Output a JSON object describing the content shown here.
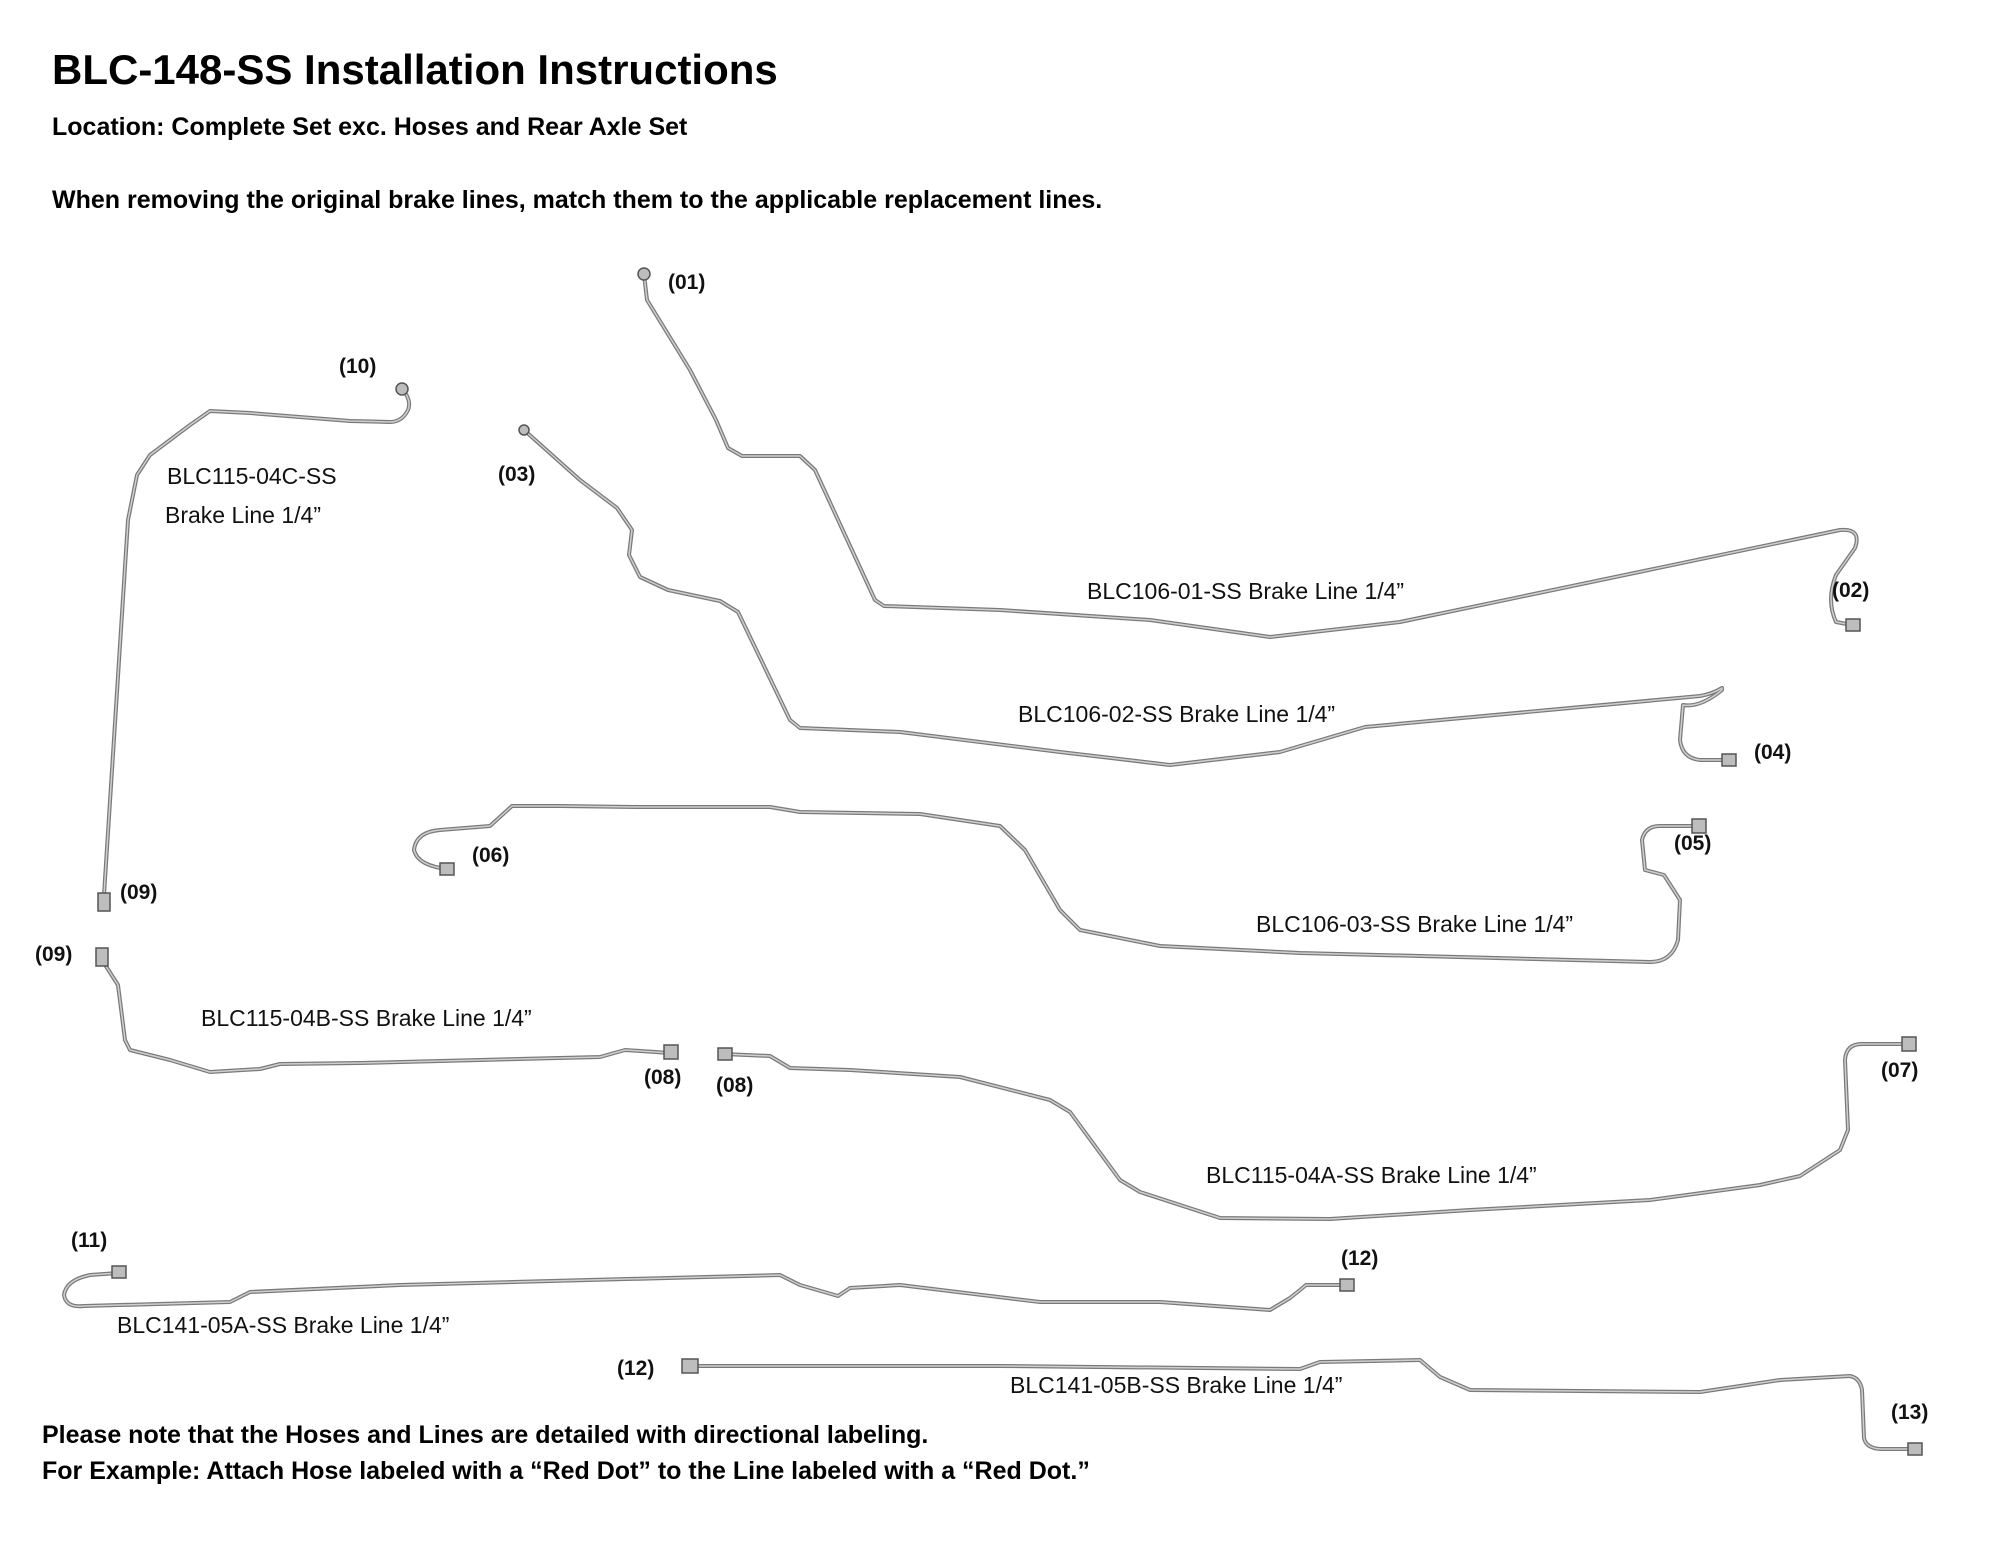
{
  "header": {
    "title": "BLC-148-SS Installation Instructions",
    "location": "Location: Complete Set exc. Hoses and Rear Axle Set",
    "instruction": "When removing the original brake lines, match them to the applicable replacement lines."
  },
  "lines": {
    "blc106_01": {
      "label": "BLC106-01-SS Brake Line 1/4”"
    },
    "blc106_02": {
      "label": "BLC106-02-SS Brake Line 1/4”"
    },
    "blc106_03": {
      "label": "BLC106-03-SS Brake Line 1/4”"
    },
    "blc115_04c": {
      "label_line1": "BLC115-04C-SS",
      "label_line2": "Brake Line 1/4”"
    },
    "blc115_04b": {
      "label": "BLC115-04B-SS Brake Line 1/4”"
    },
    "blc115_04a": {
      "label": "BLC115-04A-SS Brake Line 1/4”"
    },
    "blc141_05a": {
      "label": "BLC141-05A-SS Brake Line 1/4”"
    },
    "blc141_05b": {
      "label": "BLC141-05B-SS Brake Line 1/4”"
    }
  },
  "ports": {
    "p01": "(01)",
    "p02": "(02)",
    "p03": "(03)",
    "p04": "(04)",
    "p05": "(05)",
    "p06": "(06)",
    "p07": "(07)",
    "p08a": "(08)",
    "p08b": "(08)",
    "p09a": "(09)",
    "p09b": "(09)",
    "p10": "(10)",
    "p11": "(11)",
    "p12a": "(12)",
    "p12b": "(12)",
    "p13": "(13)"
  },
  "footer": {
    "note1": "Please note that the Hoses and Lines are detailed with directional labeling.",
    "note2": "For Example: Attach Hose labeled with a “Red Dot” to the Line labeled with a “Red Dot.”"
  },
  "colors": {
    "tube": "#7a7a7a",
    "tube_highlight": "#cfcfcf",
    "text": "#000000"
  }
}
